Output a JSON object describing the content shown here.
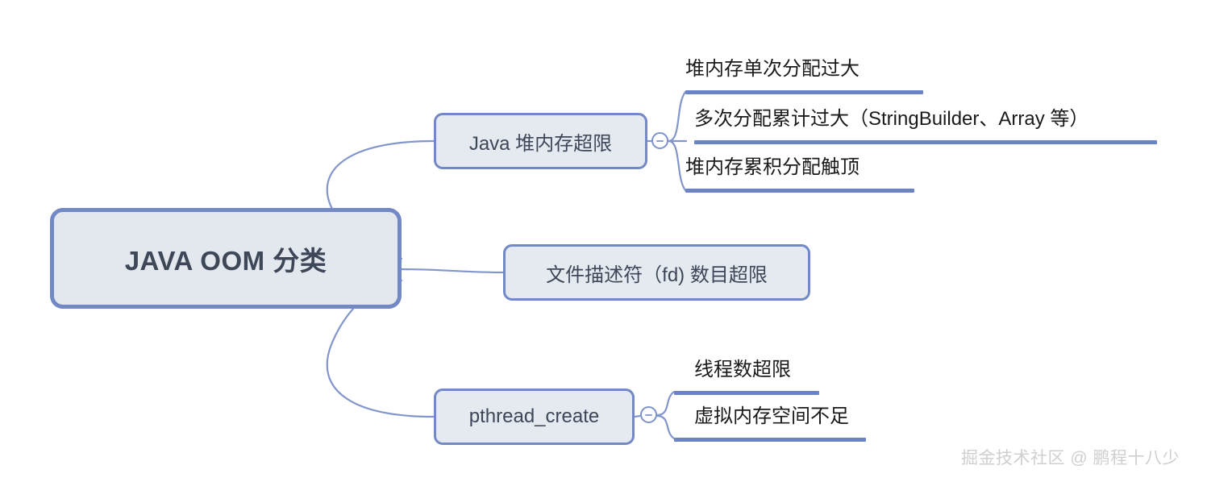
{
  "diagram": {
    "type": "mind-map",
    "title": "JAVA OOM 分类",
    "root": {
      "label": "JAVA OOM 分类"
    },
    "branches": [
      {
        "id": "heap",
        "label": "Java 堆内存超限",
        "toggle": "minus-icon",
        "toggle_state": "expanded",
        "children": [
          {
            "label": "堆内存单次分配过大"
          },
          {
            "label": "多次分配累计过大（StringBuilder、Array 等）"
          },
          {
            "label": "堆内存累积分配触顶"
          }
        ]
      },
      {
        "id": "fd",
        "label": "文件描述符（fd) 数目超限",
        "toggle": null,
        "children": []
      },
      {
        "id": "pthread",
        "label": "pthread_create",
        "toggle": "minus-icon",
        "toggle_state": "expanded",
        "children": [
          {
            "label": "线程数超限"
          },
          {
            "label": "虚拟内存空间不足"
          }
        ]
      }
    ],
    "watermark": "掘金技术社区 @ 鹏程十八少",
    "colors": {
      "node_border": "#7389c6",
      "node_fill": "#e3e8ef",
      "underline": "#6b82c4",
      "connector": "#8396cc",
      "root_text": "#3d4758",
      "leaf_text": "#1a1a1a",
      "watermark_text": "#cfcfcf",
      "background": "#ffffff"
    }
  }
}
